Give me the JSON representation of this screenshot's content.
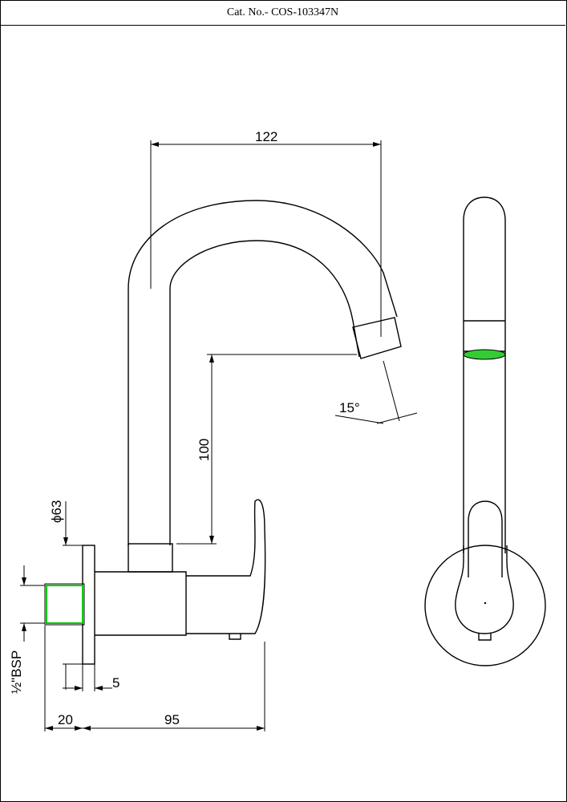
{
  "header": {
    "catalog": "Cat. No.- COS-103347N"
  },
  "dimensions": {
    "reach": "122",
    "height": "100",
    "angle": "15°",
    "flange_dia": "ϕ63",
    "thread": "½\"BSP",
    "gap": "5",
    "thread_len": "20",
    "body_len": "95"
  },
  "colors": {
    "line": "#000000",
    "thread_highlight": "#00cc00",
    "aerator": "#33cc33"
  }
}
